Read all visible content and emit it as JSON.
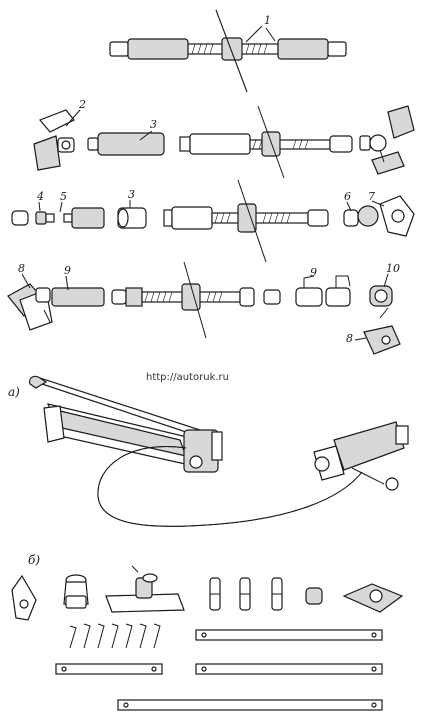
{
  "labels": {
    "n1": "1",
    "n2": "2",
    "n3a": "3",
    "n4": "4",
    "n5": "5",
    "n3b": "3",
    "n6": "6",
    "n7": "7",
    "n8a": "8",
    "n9a": "9",
    "n9b": "9",
    "n10": "10",
    "n8b": "8",
    "section_a": "а)",
    "section_b": "б)"
  },
  "watermark": "http://autoruk.ru"
}
